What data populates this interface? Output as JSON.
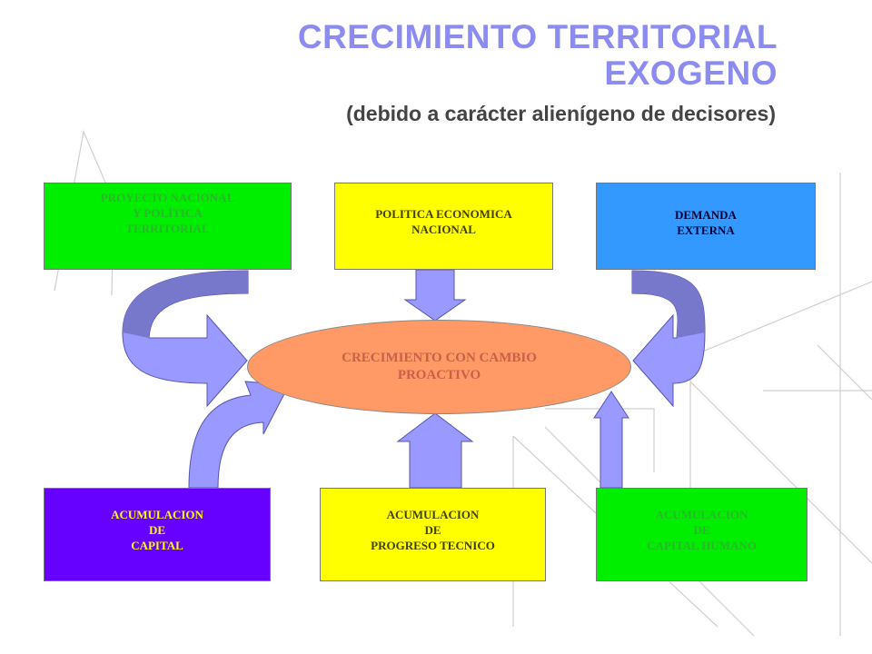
{
  "title": {
    "line1": "CRECIMIENTO TERRITORIAL",
    "line2": "EXOGENO",
    "subtitle": "(debido a carácter alienígeno de decisores)"
  },
  "center": {
    "line1": "CRECIMIENTO CON CAMBIO",
    "line2": "PROACTIVO"
  },
  "top_boxes": [
    {
      "lines": [
        "PROYECTO NACIONAL",
        "Y POLÍTICA",
        "TERRITORIAL"
      ]
    },
    {
      "lines": [
        "POLITICA ECONOMICA",
        "NACIONAL"
      ]
    },
    {
      "lines": [
        "DEMANDA",
        "EXTERNA"
      ]
    }
  ],
  "bottom_boxes": [
    {
      "lines": [
        "ACUMULACION",
        "DE",
        "CAPITAL"
      ]
    },
    {
      "lines": [
        "ACUMULACION",
        "DE",
        "PROGRESO TECNICO"
      ]
    },
    {
      "lines": [
        "ACUMULACION",
        "DE",
        "CAPITAL HUMANO"
      ]
    }
  ],
  "colors": {
    "title": "#8c8cf0",
    "arrow_fill": "#9999ff",
    "arrow_dark": "#7777cc",
    "center": "#ff9966",
    "green": "#00ee00",
    "yellow": "#ffff00",
    "blue": "#3399ff",
    "purple": "#6600ff"
  }
}
